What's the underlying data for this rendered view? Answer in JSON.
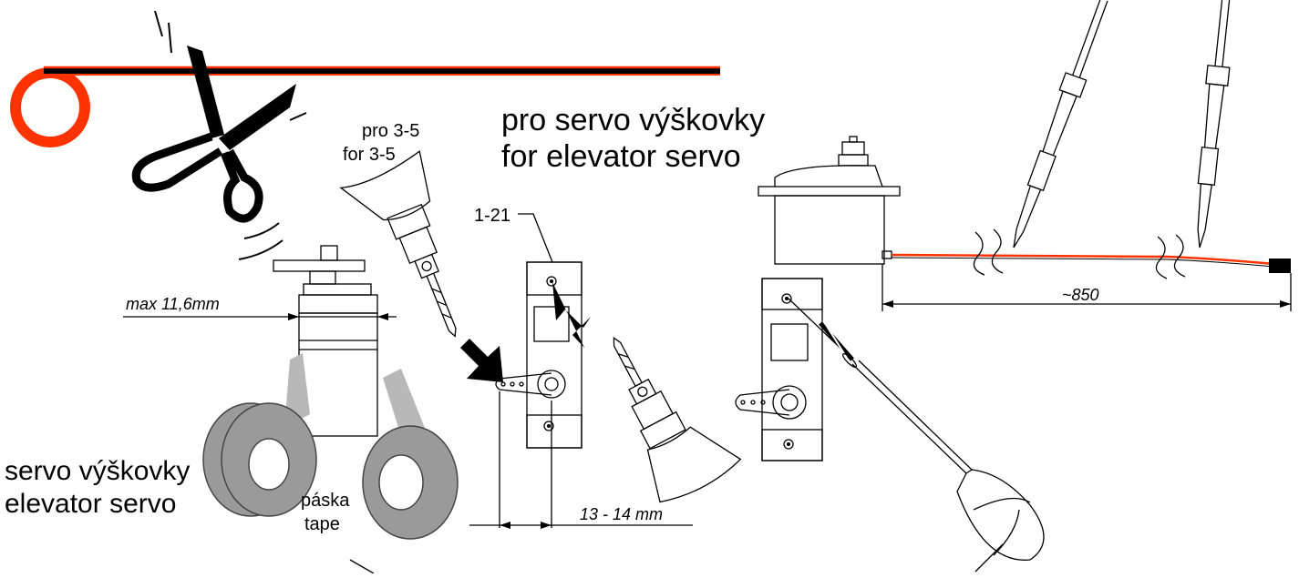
{
  "labels": {
    "elevator_servo_cz": "pro servo výškovky",
    "elevator_servo_en": "for elevator servo",
    "drill_cz": "pro 3-5",
    "drill_en": "for 3-5",
    "part_number": "1-21",
    "max_width": "max 11,6mm",
    "servo_caption_cz": "servo výškovky",
    "servo_caption_en": "elevator servo",
    "tape_cz": "páska",
    "tape_en": "tape",
    "horn_distance": "13 - 14 mm",
    "cable_length": "~850"
  },
  "colors": {
    "cable_red": "#ff3300",
    "cable_black": "#000000",
    "tape_gray": "#9a9a9a"
  },
  "icons": {
    "scissors": "scissors-icon",
    "soldering_iron": "soldering-iron-icon",
    "drill": "drill-icon",
    "screwdriver": "screwdriver-icon",
    "arrow": "arrow-icon"
  }
}
